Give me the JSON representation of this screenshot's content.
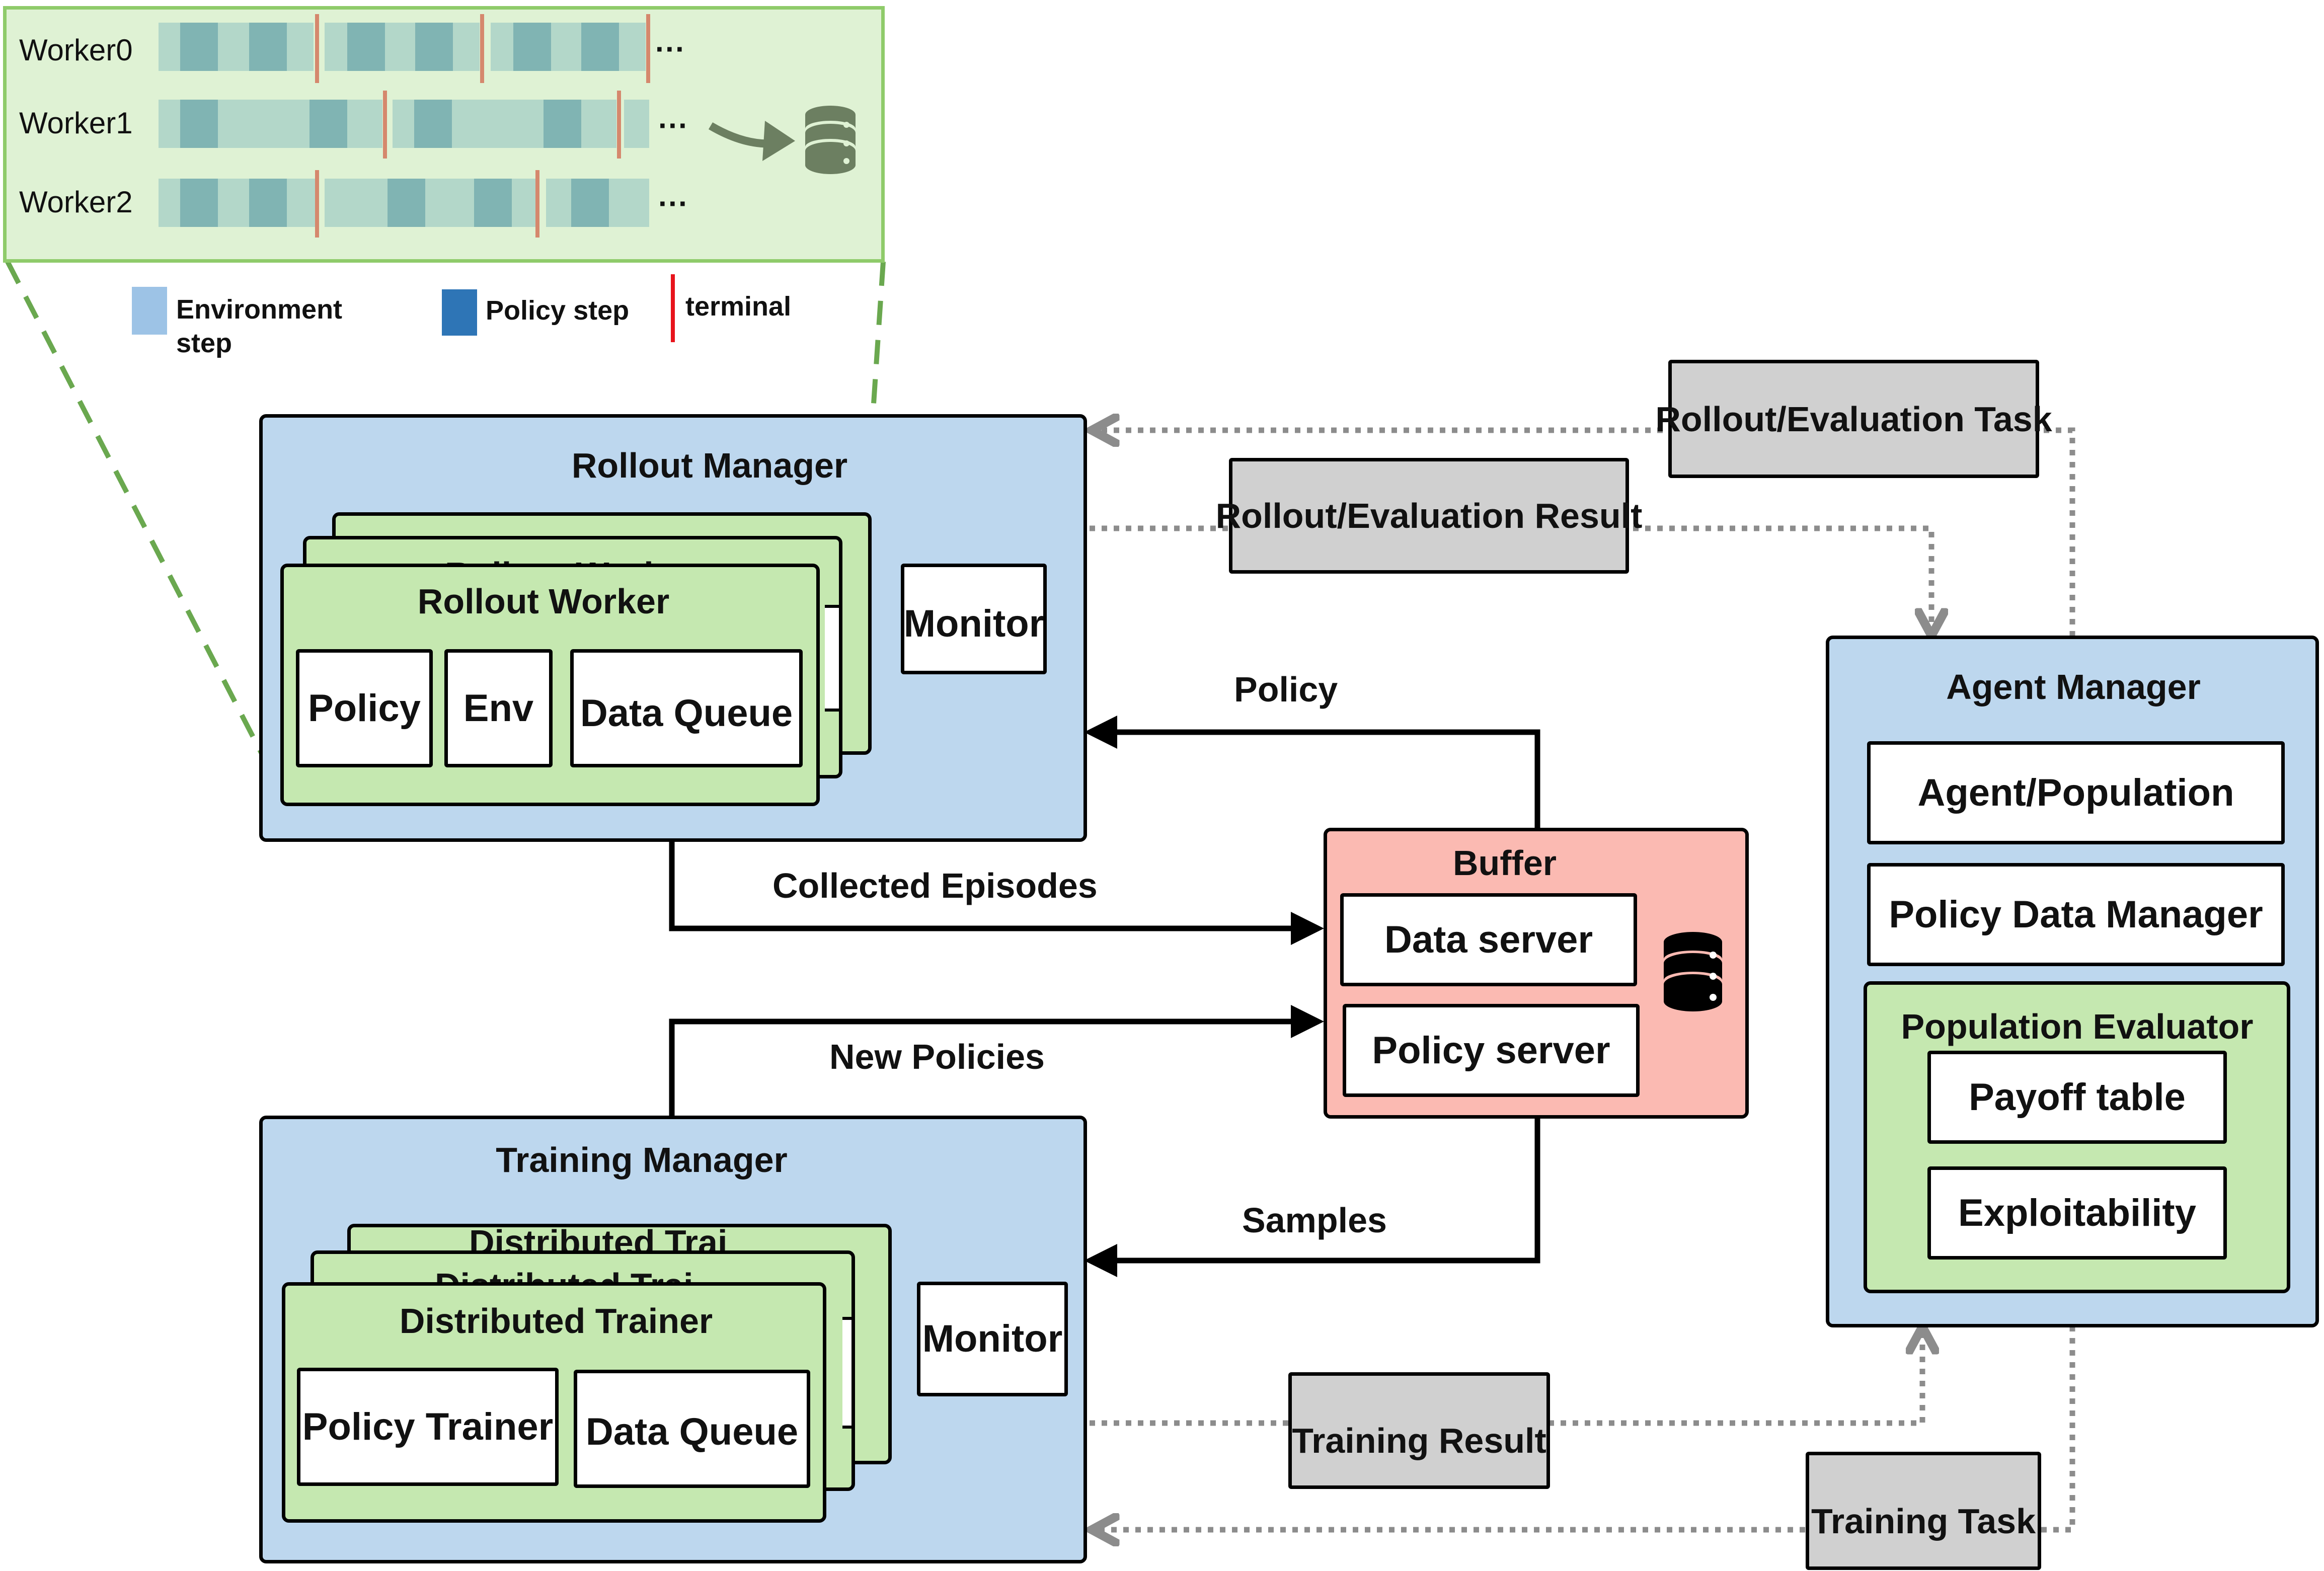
{
  "workers_panel": {
    "workers": [
      {
        "label": "Worker0",
        "ellipsis": "···"
      },
      {
        "label": "Worker1",
        "ellipsis": "···"
      },
      {
        "label": "Worker2",
        "ellipsis": "···"
      }
    ],
    "legend": {
      "env_step_line1": "Environment",
      "env_step_line2": "step",
      "policy_step": "Policy step",
      "terminal": "terminal"
    },
    "colors": {
      "panel_bg": "#c5e8b0",
      "panel_border": "#8fcb6a",
      "env_step": "#9dc3e6",
      "policy_step": "#2e75b6",
      "terminal": "#e8141c"
    }
  },
  "rollout_manager": {
    "title": "Rollout Manager",
    "stack_title_behind": "Rollout Work",
    "worker_title": "Rollout Worker",
    "policy": "Policy",
    "env": "Env",
    "data_queue": "Data Queue",
    "monitor": "Monitor"
  },
  "training_manager": {
    "title": "Training Manager",
    "stack_title_back": "Distributed Trai",
    "stack_title_mid": "Distributed Trai",
    "trainer_title": "Distributed Trainer",
    "policy_trainer": "Policy Trainer",
    "data_queue": "Data Queue",
    "monitor": "Monitor"
  },
  "buffer": {
    "title": "Buffer",
    "data_server": "Data server",
    "policy_server": "Policy server",
    "icon": "database-icon"
  },
  "agent_manager": {
    "title": "Agent Manager",
    "agent_population": "Agent/Population",
    "policy_data_manager": "Policy Data Manager",
    "population_evaluator": "Population Evaluator",
    "payoff_table": "Payoff table",
    "exploitability": "Exploitability"
  },
  "flows": {
    "policy": "Policy",
    "collected_episodes": "Collected Episodes",
    "new_policies": "New Policies",
    "samples": "Samples",
    "rollout_eval_task": "Rollout/Evaluation Task",
    "rollout_eval_result": "Rollout/Evaluation Result",
    "training_result": "Training Result",
    "training_task": "Training Task"
  },
  "colors": {
    "manager_bg": "#bdd7ee",
    "worker_bg": "#c5e8b0",
    "buffer_bg": "#fbbab2",
    "message_bg": "#d0d0d0",
    "dotted_arrow": "#8c8c8c"
  }
}
